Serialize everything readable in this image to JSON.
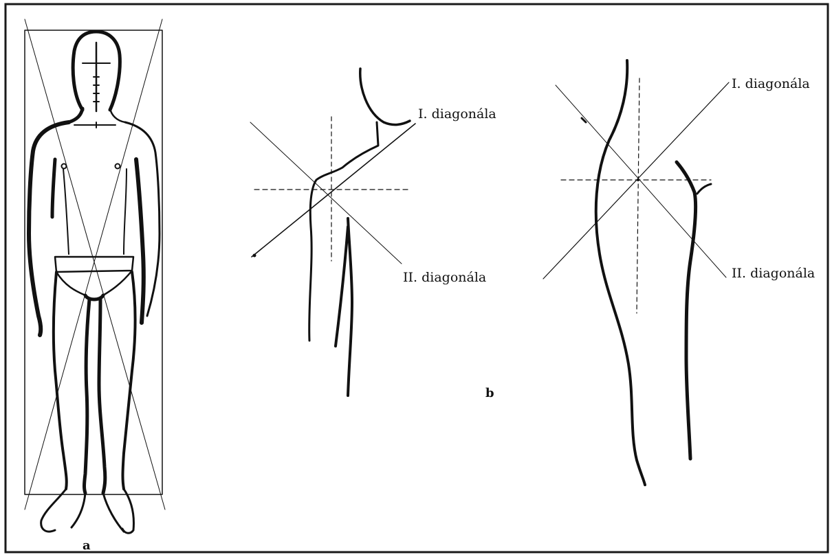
{
  "labels": {
    "panel_a": "a",
    "panel_b": "b",
    "shoulder_front_diag1": "I. diagonála",
    "shoulder_front_diag2": "II. diagonála",
    "shoulder_side_diag1": "I. diagonála",
    "shoulder_side_diag2": "II. diagonála"
  },
  "colors": {
    "stroke": "#111111",
    "frame": "#1a1a1a",
    "background": "#ffffff"
  }
}
